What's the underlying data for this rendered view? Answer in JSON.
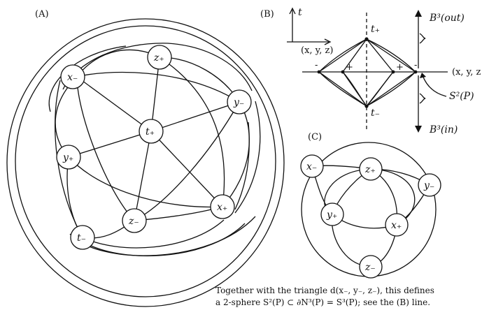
{
  "panel_a": {
    "label": "(A)",
    "nodes": {
      "z_plus": "z₊",
      "x_minus": "x₋",
      "y_minus": "y₋",
      "t_plus": "t₊",
      "y_plus": "y₊",
      "x_plus": "x₊",
      "z_minus": "z₋",
      "t_minus": "t₋"
    }
  },
  "panel_b": {
    "label": "(B)",
    "t_axis": "t",
    "space_axis": "(x, y, z)",
    "space_axis_right": "(x, y, z",
    "t_plus": "t₊",
    "t_minus": "t₋",
    "sign_outer_left": "-",
    "sign_inner_left": "+",
    "sign_inner_right": "+",
    "sign_outer_right": "-",
    "b_out": "B³(out)",
    "b_in": "B³(in)",
    "sphere": "S²(P)"
  },
  "panel_c": {
    "label": "(C)",
    "nodes": {
      "x_minus": "x₋",
      "z_plus": "z₊",
      "y_minus": "y₋",
      "y_plus": "y₊",
      "x_plus": "x₊",
      "z_minus": "z₋"
    }
  },
  "caption": {
    "line1": "Together with the triangle d(x₋, y₋, z₋), this defines",
    "line2": "a 2-sphere S²(P) ⊂ ∂N³(P) = S³(P); see the (B) line."
  }
}
